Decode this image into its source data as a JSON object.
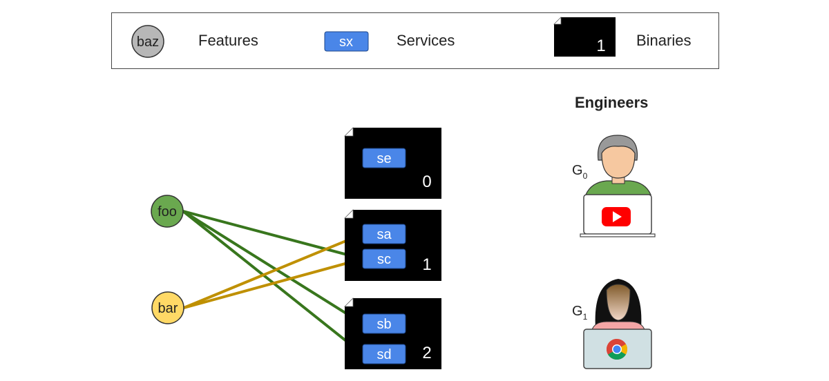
{
  "legend": {
    "feature_sample": "baz",
    "feature_label": "Features",
    "service_sample": "sx",
    "service_label": "Services",
    "binary_sample": "1",
    "binary_label": "Binaries"
  },
  "features": [
    {
      "name": "foo",
      "color": "#6aa84f"
    },
    {
      "name": "bar",
      "color": "#ffd966"
    }
  ],
  "binaries": [
    {
      "id": "0",
      "services": [
        "se"
      ]
    },
    {
      "id": "1",
      "services": [
        "sa",
        "sc"
      ]
    },
    {
      "id": "2",
      "services": [
        "sb",
        "sd"
      ]
    }
  ],
  "edges": [
    {
      "from": "foo",
      "to": "sc",
      "color": "#38761d"
    },
    {
      "from": "foo",
      "to": "sb",
      "color": "#38761d"
    },
    {
      "from": "foo",
      "to": "sd",
      "color": "#38761d"
    },
    {
      "from": "bar",
      "to": "sa",
      "color": "#bf9000"
    },
    {
      "from": "bar",
      "to": "sc",
      "color": "#bf9000"
    }
  ],
  "engineers": {
    "title": "Engineers",
    "people": [
      {
        "letter": "G",
        "sub": "0",
        "app_icon": "youtube-icon"
      },
      {
        "letter": "G",
        "sub": "1",
        "app_icon": "chrome-icon"
      }
    ]
  },
  "colors": {
    "service_fill": "#4a86e8",
    "binary_fill": "#000000",
    "feature_legend_fill": "#b7b7b7"
  }
}
